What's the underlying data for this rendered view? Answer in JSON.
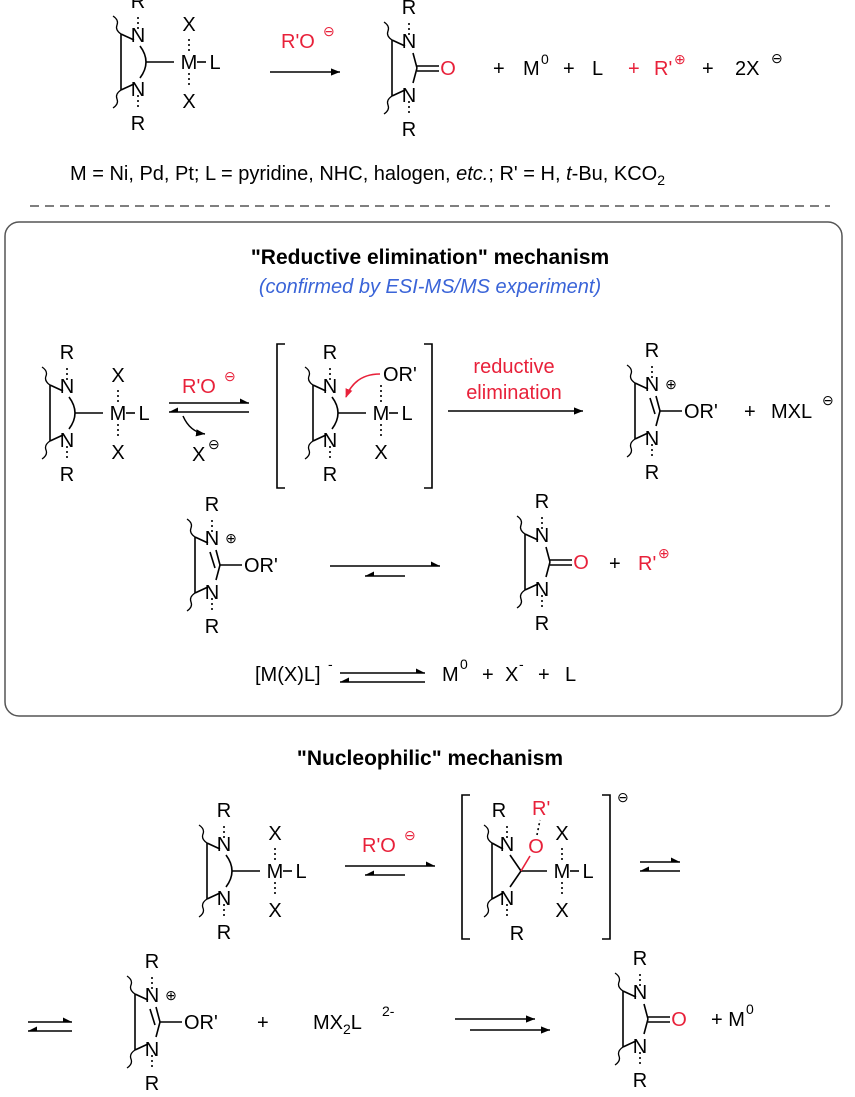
{
  "colors": {
    "black": "#000000",
    "red": "#e8213a",
    "blue": "#3a64d8",
    "box_border": "#555555"
  },
  "atoms": {
    "N": "N",
    "R": "R",
    "X": "X",
    "M": "M",
    "L": "L",
    "O": "O"
  },
  "reagents": {
    "alkoxide": "R'O",
    "reductive": "reductive",
    "elimination": "elimination"
  },
  "groups": {
    "OR": "OR'",
    "O_red": "O",
    "R_prime": "R'"
  },
  "charges": {
    "minus": "⊖",
    "plus": "⊕",
    "superscript_minus": "-",
    "superscript_zero": "0",
    "superscript_2minus": "2-"
  },
  "top_equation": {
    "p_plus1": "+",
    "p_M": "M",
    "p_plus2": "+",
    "p_L": "L",
    "p_plus3": "+",
    "p_R": "R'",
    "p_plus4": "+",
    "p_X": "2X"
  },
  "conditions": {
    "part1": "M = Ni, Pd, Pt; L = pyridine, NHC, halogen, ",
    "etc": "etc.",
    "part2": "; R' = H, ",
    "tbu_t": "t",
    "part3": "-Bu, KCO",
    "sub2": "2"
  },
  "reductive_box": {
    "title": "\"Reductive elimination\" mechanism",
    "subtitle": "(confirmed by ESI-MS/MS experiment)",
    "product_plus": "+",
    "mxl": "MXL",
    "urea_plus": "+",
    "metal_left": "[M(X)L]",
    "metal_m0": "M",
    "metal_plus1": "+",
    "metal_x": "X",
    "metal_plus2": "+",
    "metal_l": "L"
  },
  "nucleophilic": {
    "title": "\"Nucleophilic\" mechanism",
    "plus": "+",
    "mx2l_M": "MX",
    "mx2l_sub": "2",
    "mx2l_L": "L",
    "final_plus": "+ M"
  }
}
